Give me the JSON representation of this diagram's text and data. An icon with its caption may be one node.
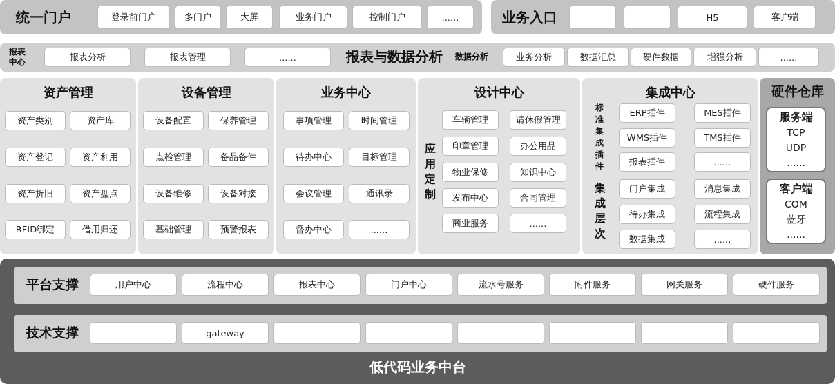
{
  "diagram": {
    "nodes": [
      {
        "text": [
          "统一门户"
        ]
      },
      {
        "text": [
          "登录前门户"
        ],
        "in": 0
      },
      {
        "text": [
          "多门户"
        ],
        "in": 0
      },
      {
        "text": [
          "大屏"
        ],
        "in": 0
      },
      {
        "text": [
          "业务门户"
        ],
        "in": 0
      },
      {
        "text": [
          "控制门户"
        ],
        "in": 0
      },
      {
        "text": [
          "......"
        ],
        "in": 0
      },
      {
        "text": [
          "业务入口"
        ]
      },
      {
        "text": [],
        "shape": "box",
        "in": 7
      },
      {
        "text": [],
        "shape": "box",
        "in": 7
      },
      {
        "text": [
          "H5"
        ],
        "in": 7
      },
      {
        "text": [
          "客户端"
        ],
        "in": 7
      },
      {
        "text": [
          "报表中心",
          "报表与数据分析",
          "数据分析"
        ]
      },
      {
        "text": [
          "报表分析"
        ],
        "in": 12
      },
      {
        "text": [
          "报表管理"
        ],
        "in": 12
      },
      {
        "text": [
          "......"
        ],
        "in": 12
      },
      {
        "text": [
          "业务分析"
        ],
        "in": 12
      },
      {
        "text": [
          "数据汇总"
        ],
        "in": 12
      },
      {
        "text": [
          "硬件数据"
        ],
        "in": 12
      },
      {
        "text": [
          "增强分析"
        ],
        "in": 12
      },
      {
        "text": [
          "......"
        ],
        "in": 12
      },
      {
        "text": [
          "资产管理"
        ]
      },
      {
        "text": [
          "资产类别"
        ],
        "in": 21
      },
      {
        "text": [
          "资产库"
        ],
        "in": 21
      },
      {
        "text": [
          "资产登记"
        ],
        "in": 21
      },
      {
        "text": [
          "资产利用"
        ],
        "in": 21
      },
      {
        "text": [
          "资产折旧"
        ],
        "in": 21
      },
      {
        "text": [
          "资产盘点"
        ],
        "in": 21
      },
      {
        "text": [
          "RFID绑定"
        ],
        "in": 21
      },
      {
        "text": [
          "借用归还"
        ],
        "in": 21
      },
      {
        "text": [
          "设备管理"
        ]
      },
      {
        "text": [
          "设备配置"
        ],
        "in": 30
      },
      {
        "text": [
          "保养管理"
        ],
        "in": 30
      },
      {
        "text": [
          "点检管理"
        ],
        "in": 30
      },
      {
        "text": [
          "备品备件"
        ],
        "in": 30
      },
      {
        "text": [
          "设备维修"
        ],
        "in": 30
      },
      {
        "text": [
          "设备对接"
        ],
        "in": 30
      },
      {
        "text": [
          "基础管理"
        ],
        "in": 30
      },
      {
        "text": [
          "预警报表"
        ],
        "in": 30
      },
      {
        "text": [
          "业务中心"
        ]
      },
      {
        "text": [
          "事项管理"
        ],
        "in": 39
      },
      {
        "text": [
          "时间管理"
        ],
        "in": 39
      },
      {
        "text": [
          "待办中心"
        ],
        "in": 39
      },
      {
        "text": [
          "目标管理"
        ],
        "in": 39
      },
      {
        "text": [
          "会议管理"
        ],
        "in": 39
      },
      {
        "text": [
          "通讯录"
        ],
        "in": 39
      },
      {
        "text": [
          "督办中心"
        ],
        "in": 39
      },
      {
        "text": [
          "......"
        ],
        "in": 39
      },
      {
        "text": [
          "设计中心",
          "应用定制"
        ]
      },
      {
        "text": [
          "车辆管理"
        ],
        "in": 48
      },
      {
        "text": [
          "请休假管理"
        ],
        "in": 48
      },
      {
        "text": [
          "印章管理"
        ],
        "in": 48
      },
      {
        "text": [
          "办公用品"
        ],
        "in": 48
      },
      {
        "text": [
          "物业保修"
        ],
        "in": 48
      },
      {
        "text": [
          "知识中心"
        ],
        "in": 48
      },
      {
        "text": [
          "发布中心"
        ],
        "in": 48
      },
      {
        "text": [
          "合同管理"
        ],
        "in": 48
      },
      {
        "text": [
          "商业服务"
        ],
        "in": 48
      },
      {
        "text": [
          "......"
        ],
        "in": 48
      },
      {
        "text": [
          "集成中心",
          "标准集成插件",
          "集成层次"
        ]
      },
      {
        "text": [
          "ERP插件"
        ],
        "in": 59
      },
      {
        "text": [
          "MES插件"
        ],
        "in": 59
      },
      {
        "text": [
          "WMS插件"
        ],
        "in": 59
      },
      {
        "text": [
          "TMS插件"
        ],
        "in": 59
      },
      {
        "text": [
          "报表插件"
        ],
        "in": 59
      },
      {
        "text": [
          "......"
        ],
        "in": 59
      },
      {
        "text": [
          "门户集成"
        ],
        "in": 59
      },
      {
        "text": [
          "消息集成"
        ],
        "in": 59
      },
      {
        "text": [
          "待办集成"
        ],
        "in": 59
      },
      {
        "text": [
          "流程集成"
        ],
        "in": 59
      },
      {
        "text": [
          "数据集成"
        ],
        "in": 59
      },
      {
        "text": [
          "......"
        ],
        "in": 59
      },
      {
        "text": [
          "硬件仓库"
        ]
      },
      {
        "text": [
          "服务端",
          "TCP",
          "UDP",
          "......"
        ],
        "in": 72
      },
      {
        "text": [
          "客户端",
          "COM",
          "蓝牙",
          "......"
        ],
        "in": 72
      },
      {
        "text": [
          "低代码业务中台"
        ]
      },
      {
        "text": [
          "平台支撑"
        ],
        "in": 75
      },
      {
        "text": [
          "用户中心"
        ],
        "in": 76
      },
      {
        "text": [
          "流程中心"
        ],
        "in": 76
      },
      {
        "text": [
          "报表中心"
        ],
        "in": 76
      },
      {
        "text": [
          "门户中心"
        ],
        "in": 76
      },
      {
        "text": [
          "流水号服务"
        ],
        "in": 76
      },
      {
        "text": [
          "附件服务"
        ],
        "in": 76
      },
      {
        "text": [
          "网关服务"
        ],
        "in": 76
      },
      {
        "text": [
          "硬件服务"
        ],
        "in": 76
      },
      {
        "text": [
          "技术支撑"
        ],
        "in": 75
      },
      {
        "text": [],
        "shape": "box",
        "in": 85
      },
      {
        "text": [
          "gateway"
        ],
        "in": 85
      },
      {
        "text": [],
        "shape": "box",
        "in": 85
      },
      {
        "text": [],
        "shape": "box",
        "in": 85
      },
      {
        "text": [],
        "shape": "box",
        "in": 85
      },
      {
        "text": [],
        "shape": "box",
        "in": 85
      },
      {
        "text": [],
        "shape": "box",
        "in": 85
      },
      {
        "text": [],
        "shape": "box",
        "in": 85
      }
    ]
  }
}
